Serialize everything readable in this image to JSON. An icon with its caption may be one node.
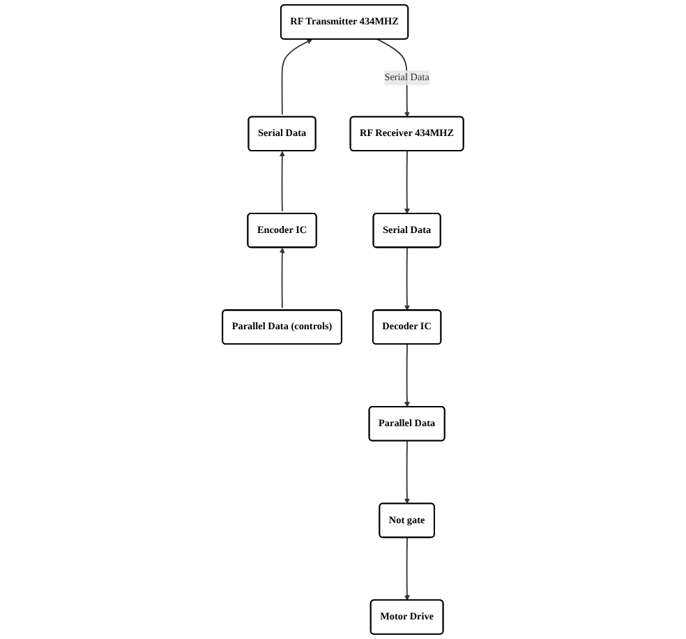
{
  "diagram": {
    "nodes": [
      {
        "text": [
          "RF Transmitter 434MHZ"
        ]
      },
      {
        "text": [
          "Serial Data"
        ]
      },
      {
        "text": [
          "Encoder IC"
        ]
      },
      {
        "text": [
          "Parallel Data (controls)"
        ]
      },
      {
        "text": [
          "RF Receiver 434MHZ"
        ]
      },
      {
        "text": [
          "Serial Data"
        ]
      },
      {
        "text": [
          "Decoder IC"
        ]
      },
      {
        "text": [
          "Parallel Data"
        ]
      },
      {
        "text": [
          "Not gate"
        ]
      },
      {
        "text": [
          "Motor Drive"
        ]
      }
    ],
    "edges": [
      {
        "from": 3,
        "to": 2,
        "arrow": "to"
      },
      {
        "from": 2,
        "to": 1,
        "arrow": "to"
      },
      {
        "from": 1,
        "to": 0,
        "arrow": "to"
      },
      {
        "from": 0,
        "to": 4,
        "arrow": "to",
        "label": "Serial Data"
      },
      {
        "from": 4,
        "to": 5,
        "arrow": "to"
      },
      {
        "from": 5,
        "to": 6,
        "arrow": "to"
      },
      {
        "from": 6,
        "to": 7,
        "arrow": "to"
      },
      {
        "from": 7,
        "to": 8,
        "arrow": "to"
      },
      {
        "from": 8,
        "to": 9,
        "arrow": "to"
      }
    ]
  }
}
